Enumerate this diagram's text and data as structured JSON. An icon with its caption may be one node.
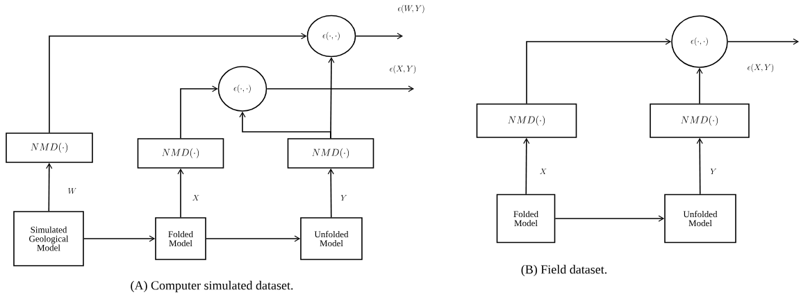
{
  "diagram": {
    "nodes": [
      {
        "text": [
          "Simulated Geological Model"
        ]
      },
      {
        "text": [
          "Folded Model"
        ]
      },
      {
        "text": [
          "Unfolded Model"
        ]
      },
      {
        "text": [
          "NMD(\\cdot)"
        ]
      },
      {
        "text": [
          "NMD(\\cdot)"
        ]
      },
      {
        "text": [
          "NMD(\\cdot)"
        ]
      },
      {
        "text": [
          "\\epsilon(\\cdot,\\cdot)"
        ]
      },
      {
        "text": [
          "\\epsilon(\\cdot,\\cdot)"
        ]
      },
      {
        "text": [
          "NMD(\\cdot)"
        ]
      },
      {
        "text": [
          "NMD(\\cdot)"
        ]
      },
      {
        "text": [
          "\\epsilon(\\cdot,\\cdot)"
        ]
      },
      {
        "text": [
          "Folded Model"
        ]
      },
      {
        "text": [
          "Unfolded Model"
        ]
      }
    ],
    "edges": [
      {
        "from": 0,
        "to": 1,
        "arrow": "to"
      },
      {
        "from": 1,
        "to": 2,
        "arrow": "to"
      },
      {
        "from": 0,
        "to": 3,
        "arrow": "to",
        "label": "W"
      },
      {
        "from": 1,
        "to": 4,
        "arrow": "to",
        "label": "X"
      },
      {
        "from": 2,
        "to": 5,
        "arrow": "to",
        "label": "Y"
      },
      {
        "from": 3,
        "to": 7,
        "arrow": "to"
      },
      {
        "from": 4,
        "to": 6,
        "arrow": "to"
      },
      {
        "from": 5,
        "to": 6,
        "arrow": "to"
      },
      {
        "from": 5,
        "to": 7,
        "arrow": "to"
      },
      {
        "from": 7,
        "to": null,
        "arrow": "to",
        "label": "\\epsilon(W,Y)"
      },
      {
        "from": 6,
        "to": null,
        "arrow": "to",
        "label": "\\epsilon(X,Y)"
      },
      {
        "from": 11,
        "to": 12,
        "arrow": "to"
      },
      {
        "from": 11,
        "to": 8,
        "arrow": "to",
        "label": "X"
      },
      {
        "from": 12,
        "to": 9,
        "arrow": "to",
        "label": "Y"
      },
      {
        "from": 8,
        "to": 10,
        "arrow": "to"
      },
      {
        "from": 9,
        "to": 10,
        "arrow": "to"
      },
      {
        "from": 10,
        "to": null,
        "arrow": "to",
        "label": "\\epsilon(X,Y)"
      }
    ],
    "labels": [
      "(A) Computer simulated dataset.",
      "(B) Field dataset."
    ]
  }
}
